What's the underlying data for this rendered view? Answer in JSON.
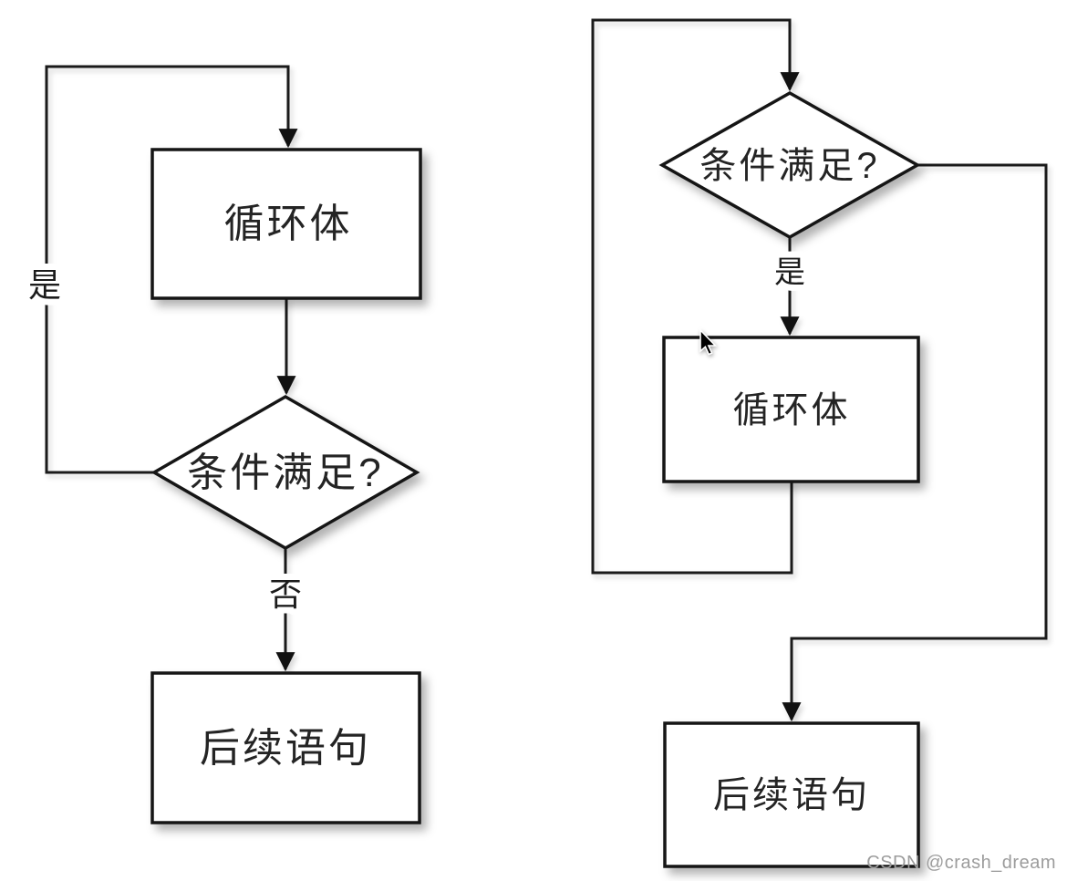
{
  "diagram": {
    "left_flowchart": {
      "loop_body_label": "循环体",
      "condition_label": "条件满足?",
      "yes_label": "是",
      "no_label": "否",
      "next_label": "后续语句"
    },
    "right_flowchart": {
      "condition_label": "条件满足?",
      "yes_label": "是",
      "loop_body_label": "循环体",
      "next_label": "后续语句"
    },
    "watermark": "CSDN @crash_dream",
    "colors": {
      "background": "#ffffff",
      "line": "#1a1a1a",
      "node_fill": "#ffffff",
      "node_border": "#151515",
      "text": "#242424",
      "watermark_text": "#9c9c9c"
    }
  }
}
